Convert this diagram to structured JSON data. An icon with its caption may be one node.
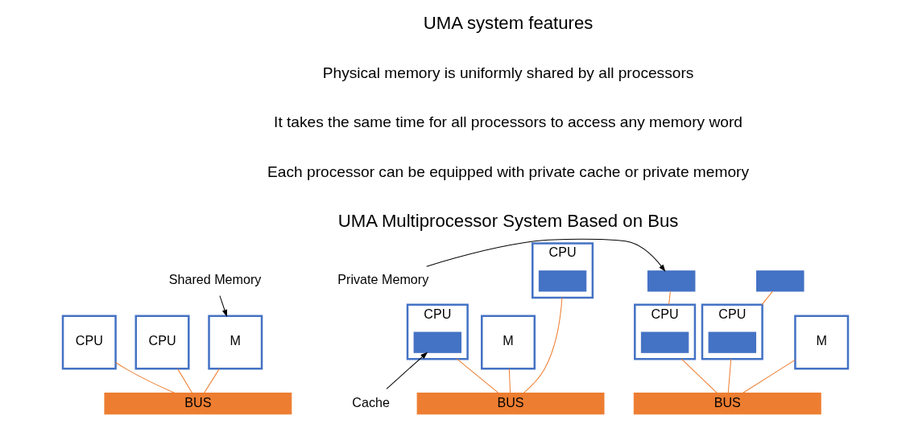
{
  "diagram": {
    "nodes": [
      {
        "text": [
          "CPU"
        ]
      },
      {
        "text": [
          "CPU"
        ]
      },
      {
        "text": [
          "M"
        ]
      },
      {
        "text": [
          "BUS"
        ]
      },
      {
        "text": [
          "Shared Memory"
        ]
      },
      {
        "text": [
          "CPU"
        ]
      },
      {
        "text": [],
        "shape": "box",
        "in": 5
      },
      {
        "text": [
          "CPU"
        ]
      },
      {
        "text": [],
        "shape": "box",
        "in": 7
      },
      {
        "text": [
          "M"
        ]
      },
      {
        "text": [
          "BUS"
        ]
      },
      {
        "text": [
          "Cache"
        ]
      },
      {
        "text": [],
        "shape": "box"
      },
      {
        "text": [],
        "shape": "box"
      },
      {
        "text": [
          "Private Memory"
        ]
      },
      {
        "text": [
          "CPU"
        ]
      },
      {
        "text": [],
        "shape": "box",
        "in": 15
      },
      {
        "text": [
          "CPU"
        ]
      },
      {
        "text": [],
        "shape": "box",
        "in": 17
      },
      {
        "text": [
          "M"
        ]
      },
      {
        "text": [
          "BUS"
        ]
      }
    ],
    "edges": [
      {
        "from": 0,
        "to": 3,
        "arrow": "none"
      },
      {
        "from": 1,
        "to": 3,
        "arrow": "none"
      },
      {
        "from": 2,
        "to": 3,
        "arrow": "none"
      },
      {
        "from": 4,
        "to": 2,
        "arrow": "to",
        "color": "#000000"
      },
      {
        "from": 5,
        "to": 10,
        "arrow": "none"
      },
      {
        "from": 7,
        "to": 10,
        "arrow": "none"
      },
      {
        "from": 9,
        "to": 10,
        "arrow": "none"
      },
      {
        "from": 11,
        "to": 6,
        "arrow": "to",
        "color": "#000000"
      },
      {
        "from": 14,
        "to": 12,
        "arrow": "to",
        "color": "#000000"
      },
      {
        "from": 12,
        "to": 15,
        "arrow": "none"
      },
      {
        "from": 13,
        "to": 17,
        "arrow": "none"
      },
      {
        "from": 15,
        "to": 20,
        "arrow": "none"
      },
      {
        "from": 17,
        "to": 20,
        "arrow": "none"
      },
      {
        "from": 19,
        "to": 20,
        "arrow": "none"
      }
    ],
    "labels": [
      "UMA system features",
      "Physical memory is uniformly shared by all processors",
      "It takes the same time for all processors to access any memory word",
      "Each processor can be equipped with private cache or private memory",
      "UMA Multiprocessor System Based on Bus"
    ]
  }
}
